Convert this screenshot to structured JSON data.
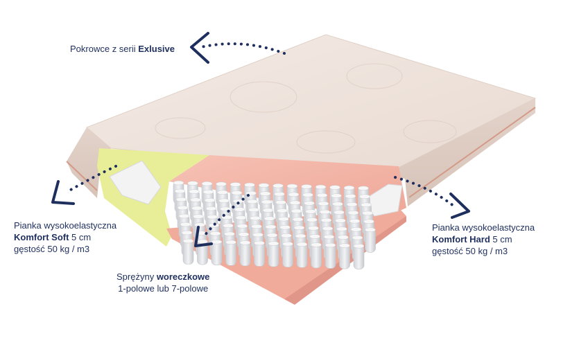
{
  "labels": {
    "cover": {
      "prefix": "Pokrowce z serii ",
      "bold": "Exlusive"
    },
    "foam_soft": {
      "line1": "Pianka wysokoelastyczna",
      "bold": "Komfort Soft",
      "line2_suffix": " 5 cm",
      "line3": "gęstość 50 kg / m3"
    },
    "foam_hard": {
      "line1": "Pianka wysokoelastyczna",
      "bold": "Komfort Hard",
      "line2_suffix": " 5 cm",
      "line3": "gęstość 50 kg / m3"
    },
    "springs": {
      "prefix": "Sprężyny ",
      "bold": "woreczkowe",
      "line2": "1-polowe lub  7-polowe"
    }
  },
  "colors": {
    "text": "#1e2f5e",
    "arrow": "#1e2f5e",
    "cover": "#efe4dd",
    "foam_soft": "#e9ef9a",
    "foam_hard": "#f2b2a4",
    "spring": "#e4e5e8"
  }
}
